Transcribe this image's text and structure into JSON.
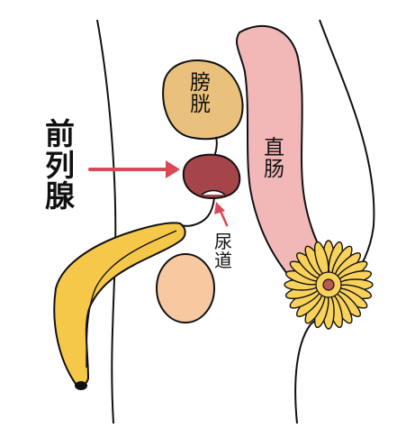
{
  "labels": {
    "prostate": [
      "前",
      "列",
      "腺"
    ],
    "bladder": [
      "膀",
      "胱"
    ],
    "rectum": [
      "直",
      "肠"
    ],
    "urethra": [
      "尿",
      "道"
    ]
  },
  "colors": {
    "bladder": "#e9c17c",
    "prostate": "#a5454a",
    "rectum": "#f2b8b8",
    "arrow": "#d94a56",
    "banana": "#f6c84a",
    "banana_inner": "#f8d878",
    "testis": "#f8c9a0",
    "flower_petal": "#f9d25c",
    "flower_center": "#b85a52",
    "outline": "#111111"
  }
}
